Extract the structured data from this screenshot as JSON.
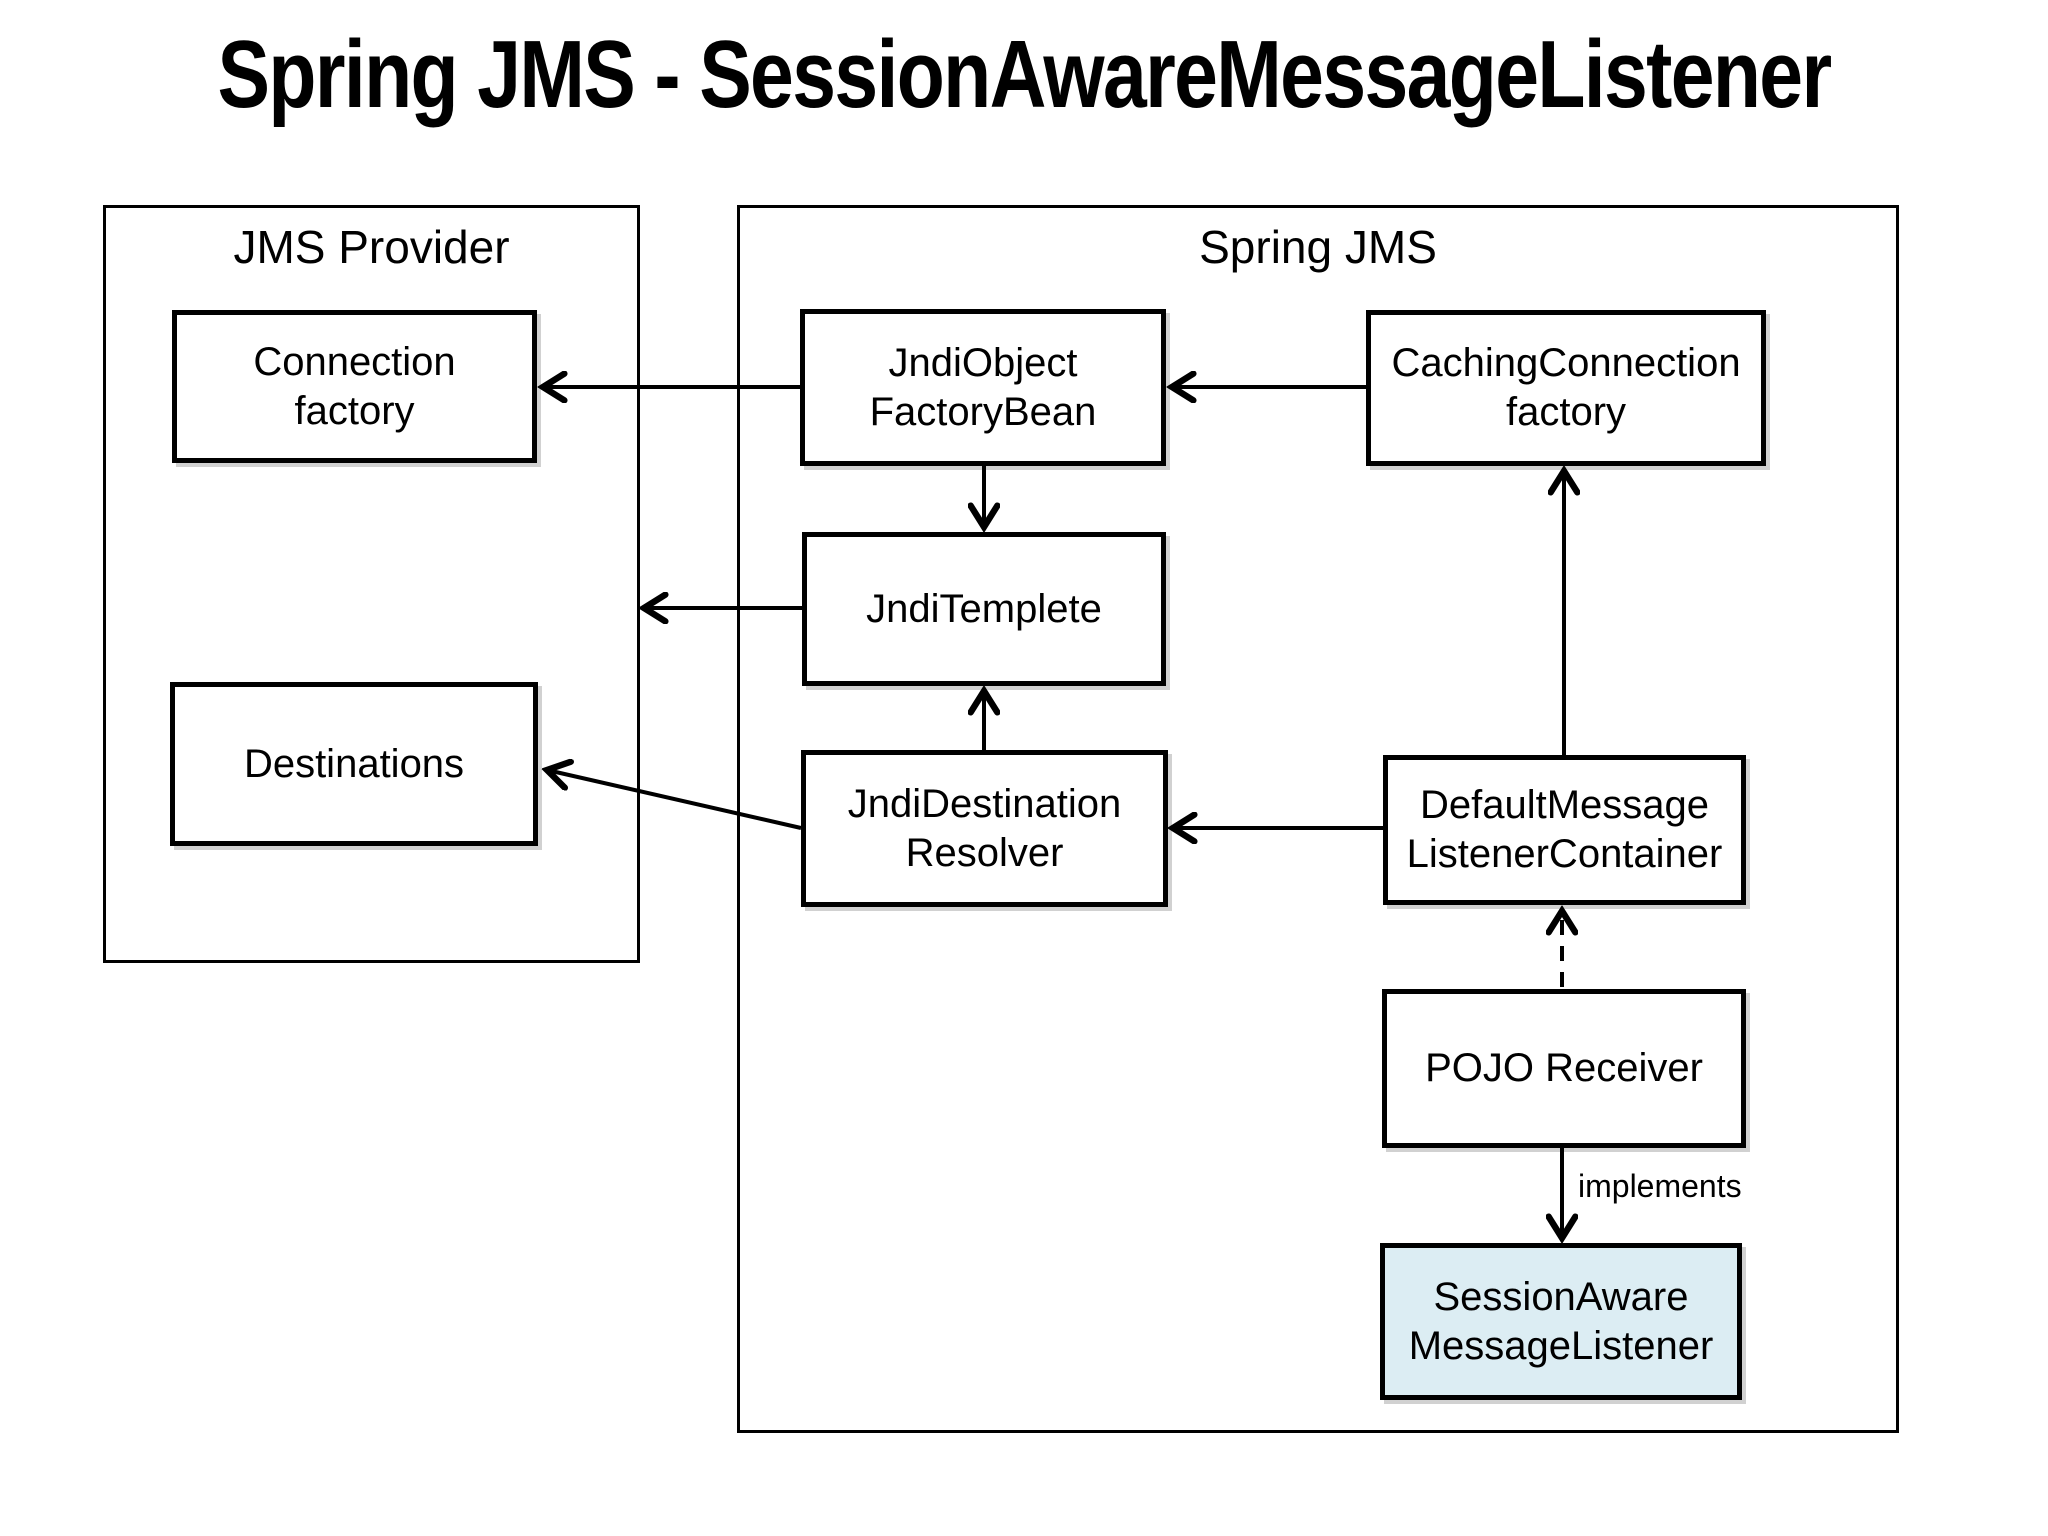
{
  "title": "Spring JMS - SessionAwareMessageListener",
  "containers": {
    "jms_provider": {
      "label": "JMS Provider"
    },
    "spring_jms": {
      "label": "Spring JMS"
    }
  },
  "nodes": {
    "connection_factory": {
      "label": "Connection\nfactory"
    },
    "destinations": {
      "label": "Destinations"
    },
    "jndi_object_factory_bean": {
      "label": "JndiObject\nFactoryBean"
    },
    "caching_connection_factory": {
      "label": "CachingConnection\nfactory"
    },
    "jndi_templete": {
      "label": "JndiTemplete"
    },
    "jndi_destination_resolver": {
      "label": "JndiDestination\nResolver"
    },
    "default_message_listener_container": {
      "label": "DefaultMessage\nListenerContainer"
    },
    "pojo_receiver": {
      "label": "POJO Receiver"
    },
    "session_aware_message_listener": {
      "label": "SessionAware\nMessageListener"
    }
  },
  "edges": {
    "implements_label": "implements",
    "list": [
      {
        "from": "jndi_object_factory_bean",
        "to": "connection_factory",
        "style": "solid"
      },
      {
        "from": "caching_connection_factory",
        "to": "jndi_object_factory_bean",
        "style": "solid"
      },
      {
        "from": "jndi_object_factory_bean",
        "to": "jndi_templete",
        "style": "solid"
      },
      {
        "from": "jndi_templete",
        "to": "jms_provider",
        "style": "solid"
      },
      {
        "from": "jndi_destination_resolver",
        "to": "jndi_templete",
        "style": "solid"
      },
      {
        "from": "default_message_listener_container",
        "to": "jndi_destination_resolver",
        "style": "solid"
      },
      {
        "from": "default_message_listener_container",
        "to": "caching_connection_factory",
        "style": "solid"
      },
      {
        "from": "jndi_destination_resolver",
        "to": "destinations",
        "style": "solid"
      },
      {
        "from": "pojo_receiver",
        "to": "default_message_listener_container",
        "style": "dashed"
      },
      {
        "from": "pojo_receiver",
        "to": "session_aware_message_listener",
        "style": "solid",
        "label": "implements"
      }
    ]
  },
  "colors": {
    "background": "#ffffff",
    "line": "#000000",
    "box_fill": "#ffffff",
    "highlight_fill": "#dcedf3",
    "text": "#000000"
  }
}
